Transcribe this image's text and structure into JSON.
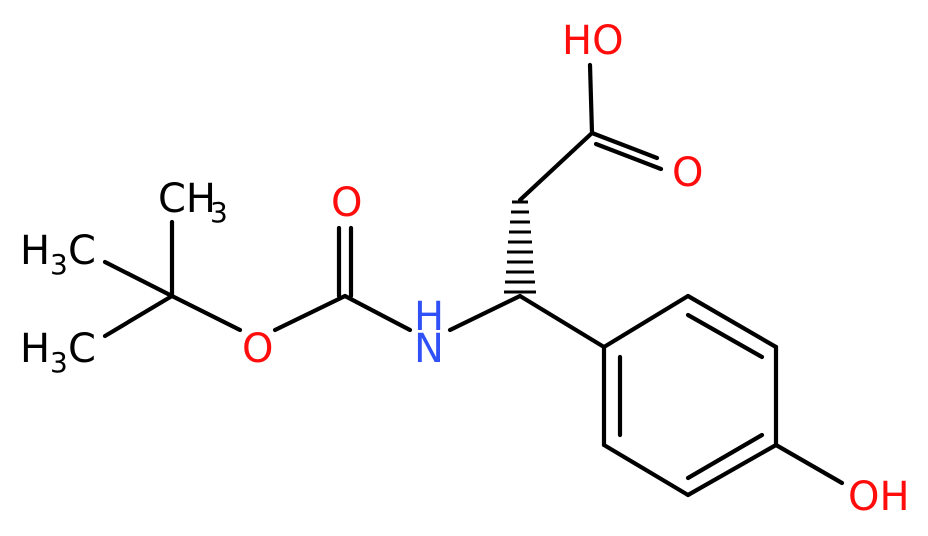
{
  "molecule": {
    "colors": {
      "bond": "#000000",
      "oxygen": "#ff0d0d",
      "nitrogen": "#3050f8",
      "carbon": "#000000"
    },
    "labels": {
      "acid_oh": "HO",
      "acid_o": "O",
      "carbonyl_o": "O",
      "ester_o": "O",
      "amine": "NH",
      "amine_n": "N",
      "amine_h": "H",
      "phenol_oh": "OH",
      "methyl_top": "CH",
      "methyl_top_sub": "3",
      "methyl_mid_h": "H",
      "methyl_mid_sub": "3",
      "methyl_mid_c": "C",
      "methyl_low_h": "H",
      "methyl_low_sub": "3",
      "methyl_low_c": "C"
    }
  }
}
